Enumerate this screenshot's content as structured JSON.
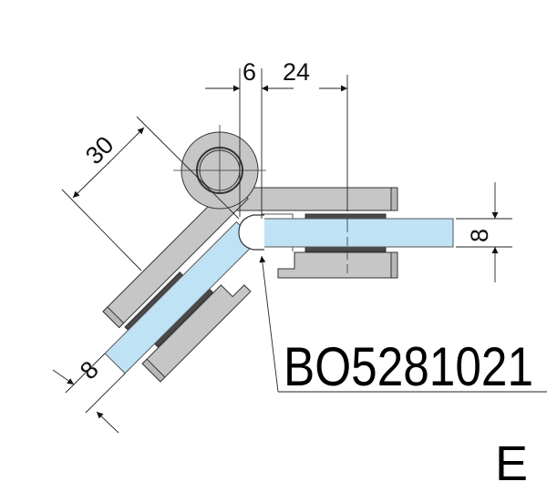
{
  "drawing": {
    "part_number": "BO5281021",
    "variant_letter": "E",
    "dimensions": {
      "offset_small": "6",
      "offset_large": "24",
      "clamp_depth": "30",
      "glass_thickness_right": "8",
      "glass_thickness_left": "8"
    }
  },
  "colors": {
    "metal": "#c6c6c6",
    "glass": "#bfe3f5",
    "gasket": "#4a4a4a",
    "line": "#222222"
  }
}
